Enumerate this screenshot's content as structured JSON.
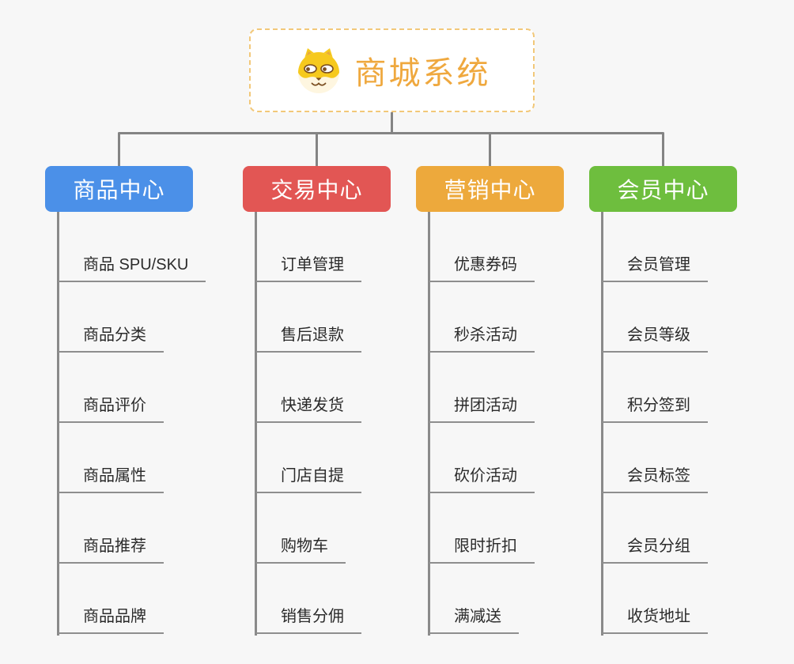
{
  "background_color": "#F7F7F7",
  "connector_color": "#848484",
  "root": {
    "label": "商城系统",
    "icon": "shiba-dog-icon",
    "text_color": "#EFA83E",
    "border_color": "#F2C879",
    "background": "#FFFFFF"
  },
  "branches": [
    {
      "label": "商品中心",
      "color": "#4B90E8",
      "children": [
        "商品 SPU/SKU",
        "商品分类",
        "商品评价",
        "商品属性",
        "商品推荐",
        "商品品牌"
      ]
    },
    {
      "label": "交易中心",
      "color": "#E25654",
      "children": [
        "订单管理",
        "售后退款",
        "快递发货",
        "门店自提",
        "购物车",
        "销售分佣"
      ]
    },
    {
      "label": "营销中心",
      "color": "#EDA93C",
      "children": [
        "优惠券码",
        "秒杀活动",
        "拼团活动",
        "砍价活动",
        "限时折扣",
        "满减送"
      ]
    },
    {
      "label": "会员中心",
      "color": "#6EBE3E",
      "children": [
        "会员管理",
        "会员等级",
        "积分签到",
        "会员标签",
        "会员分组",
        "收货地址"
      ]
    }
  ]
}
